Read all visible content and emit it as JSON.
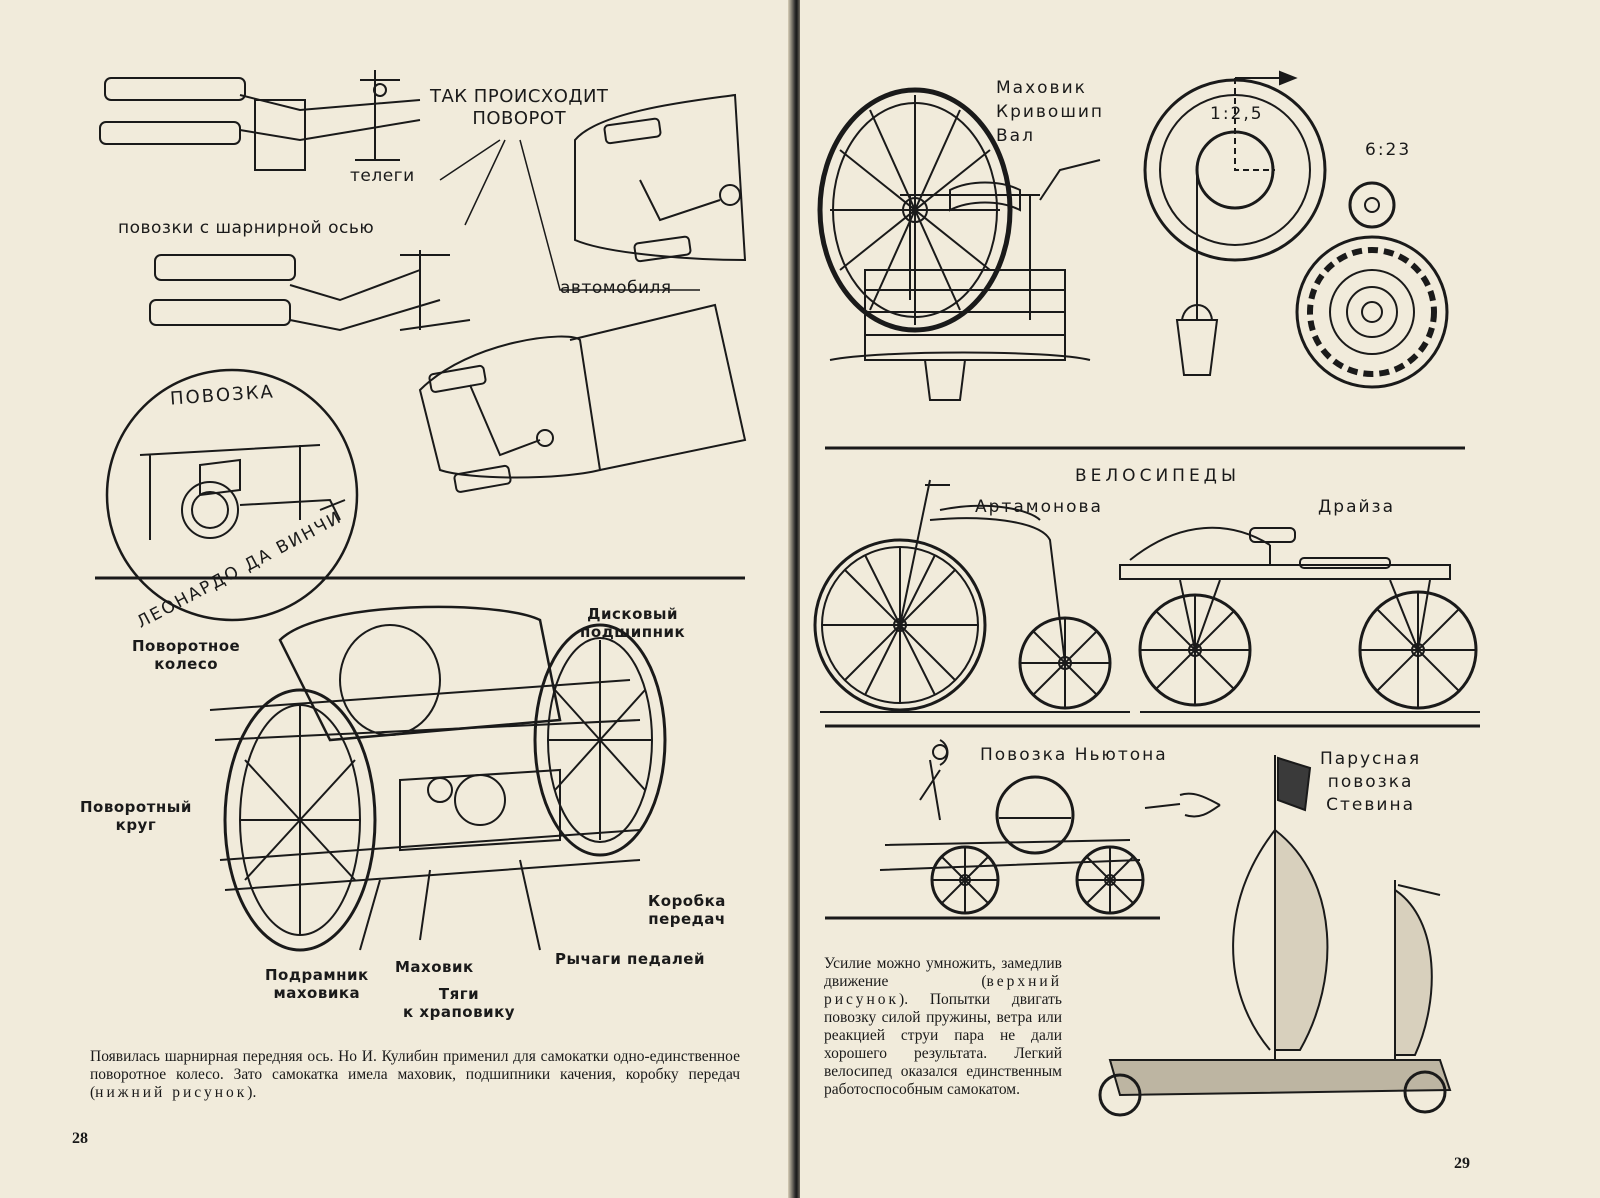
{
  "left_page": {
    "turn_title": "ТАК ПРОИСХОДИТ\nПОВОРОТ",
    "label_carts": "телеги",
    "label_hinged": "повозки с шарнирной осью",
    "label_cars": "автомобиля",
    "medal_top": "ПОВОЗКА",
    "medal_bottom": "ЛЕОНАРДО ДА ВИНЧИ",
    "label_disc_bearing": "Дисковый\nподшипник",
    "label_turning_wheel": "Поворотное\nколесо",
    "label_turning_circle": "Поворотный\nкруг",
    "label_gearbox": "Коробка\nпередач",
    "label_pedal_levers": "Рычаги педалей",
    "label_flywheel_frame": "Подрамник\nмаховика",
    "label_flywheel": "Маховик",
    "label_rods": "Тяги\nк храповику",
    "caption_main": "Появилась шарнирная передняя ось. Но И. Кулибин применил для самокатки одно-единственное поворотное колесо. Зато самокатка имела маховик, подшипники качения, коробку передач (",
    "caption_em": "нижний рисунок",
    "caption_end": ").",
    "page_number": "28"
  },
  "right_page": {
    "label_flywheel_group": "Маховик\nКривошип\nВал",
    "ratio_pulley": "1:2,5",
    "ratio_gears": "6:23",
    "bicycles_title": "ВЕЛОСИПЕДЫ",
    "label_artamonov": "Артамонова",
    "label_drais": "Драйза",
    "label_newton": "Повозка Ньютона",
    "label_stevin": "Парусная\nповозка\nСтевина",
    "caption_a": "Усилие можно умножить, замедлив движение (",
    "caption_em": "верхний рисунок",
    "caption_b": "). Попытки двигать повозку силой пружины, ветра или реакцией струи пара не дали хорошего результата. Легкий велосипед оказался единственным работоспособным самокатом.",
    "page_number": "29"
  },
  "colors": {
    "paper": "#f1ebdb",
    "ink": "#1a1a1a"
  }
}
